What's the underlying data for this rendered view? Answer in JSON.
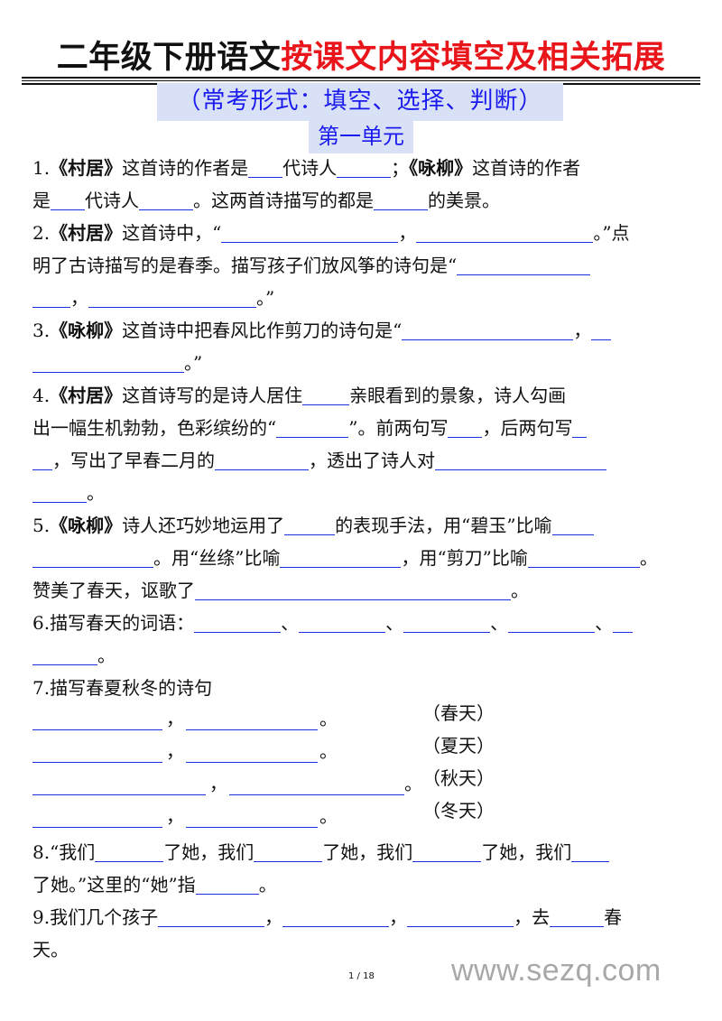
{
  "title": {
    "part1": "二年级下册语文",
    "part2": "按课文内容填空及相关拓展",
    "color_black": "#111111",
    "color_red": "#e8161b"
  },
  "subtitle": "（常考形式：填空、选择、判断）",
  "unit": "第一单元",
  "questions": {
    "q1": {
      "num": "1.",
      "poem1": "《村居》",
      "t1": "这首诗的作者是",
      "t2": "代诗人",
      "t3": "；",
      "poem2": "《咏柳》",
      "t4": "这首诗的作者",
      "t5": "是",
      "t6": "代诗人",
      "t7": "。这两首诗描写的都是",
      "t8": "的美景。"
    },
    "q2": {
      "num": "2.",
      "poem": "《村居》",
      "t1": "这首诗中，“",
      "t2": "，",
      "t3": "。”点",
      "t4": "明了古诗描写的是春季。描写孩子们放风筝的诗句是“",
      "t5": "，",
      "t6": "。”"
    },
    "q3": {
      "num": "3.",
      "poem": "《咏柳》",
      "t1": "这首诗中把春风比作剪刀的诗句是“",
      "t2": "，",
      "t3": "。”"
    },
    "q4": {
      "num": "4.",
      "poem": "《村居》",
      "t1": "这首诗写的是诗人居住",
      "t2": "亲眼看到的景象，诗人勾画",
      "t3": "出一幅生机勃勃，色彩缤纷的“",
      "t4": "”。前两句写",
      "t5": "，后两句写",
      "t6": "，写出了早春二月的",
      "t7": "，透出了诗人对",
      "t8": "。"
    },
    "q5": {
      "num": "5.",
      "poem": "《咏柳》",
      "t1": "诗人还巧妙地运用了",
      "t2": "的表现手法，用“碧玉”比喻",
      "t3": "。用“丝绦”比喻",
      "t4": "，用“剪刀”比喻",
      "t5": "。",
      "t6": "赞美了春天，讴歌了",
      "t7": "。"
    },
    "q6": {
      "text": "6.描写春天的词语：",
      "sep": "、",
      "end": "。"
    },
    "q7": {
      "text": "7.描写春夏秋冬的诗句",
      "comma": "，",
      "end": "。",
      "seasons": [
        "（春天）",
        "（夏天）",
        "（秋天）",
        "（冬天）"
      ]
    },
    "q8": {
      "t1": "8.“我们",
      "t2": "了她，我们",
      "t3": "了她，我们",
      "t4": "了她，我们",
      "t5": "了她。”这里的“她”指",
      "t6": "。"
    },
    "q9": {
      "t1": "9.我们几个孩子",
      "t2": "，",
      "t3": "，",
      "t4": "，去",
      "t5": "春",
      "t6": "天。"
    }
  },
  "blank_color": "#1a2fe0",
  "footer": {
    "page_indicator": "1 / 18",
    "watermark": "www.sezq.com"
  }
}
